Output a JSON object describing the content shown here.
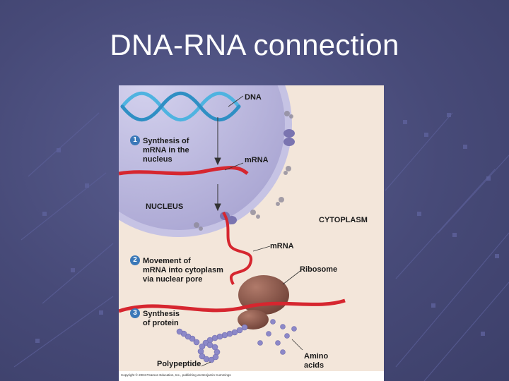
{
  "slide": {
    "title": "DNA-RNA connection"
  },
  "figure": {
    "labels": {
      "dna": "DNA",
      "mrna_nucleus": "mRNA",
      "nucleus": "NUCLEUS",
      "cytoplasm": "CYTOPLASM",
      "mrna_cytoplasm": "mRNA",
      "ribosome": "Ribosome",
      "amino_acids": "Amino\nacids",
      "polypeptide": "Polypeptide"
    },
    "steps": [
      {
        "number": "1",
        "text": "Synthesis of\nmRNA in the\nnucleus"
      },
      {
        "number": "2",
        "text": "Movement of\nmRNA into cytoplasm\nvia nuclear pore"
      },
      {
        "number": "3",
        "text": "Synthesis\nof protein"
      }
    ],
    "copyright": "Copyright © 2004 Pearson Education, Inc., publishing as Benjamin Cummings"
  },
  "colors": {
    "background": "#4a4e7c",
    "title_text": "#ffffff",
    "nucleus_fill": "#b9b6dc",
    "cytoplasm_fill": "#f2e3d6",
    "dna_strand": "#4fb3e0",
    "mrna_strand": "#d6262f",
    "ribosome": "#8a5548",
    "amino_acid": "#8c88c8",
    "step_badge": "#3a78b8"
  }
}
